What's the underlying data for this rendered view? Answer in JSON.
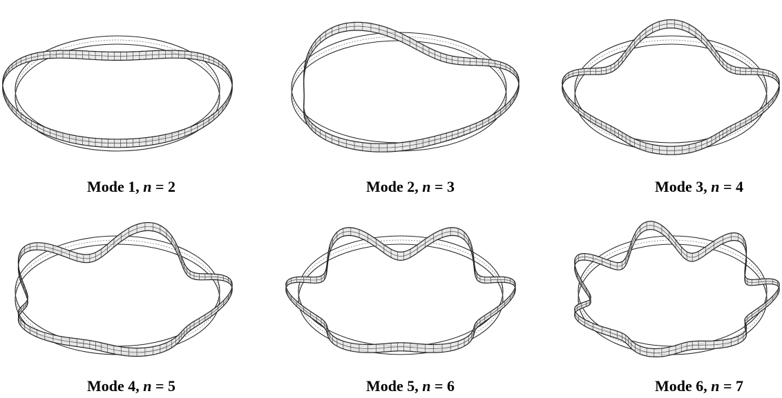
{
  "figure": {
    "background": "#ffffff",
    "ring_fill": "#e6e6e6",
    "ring_stroke": "#222222",
    "mesh_stroke": "#333333",
    "panels": [
      {
        "mode_label": "Mode 1, ",
        "var": "n",
        "eq": " = ",
        "n": "2",
        "waves": 2
      },
      {
        "mode_label": "Mode 2, ",
        "var": "n",
        "eq": " = ",
        "n": "3",
        "waves": 3
      },
      {
        "mode_label": "Mode 3, ",
        "var": "n",
        "eq": " = ",
        "n": "4",
        "waves": 4
      },
      {
        "mode_label": "Mode 4, ",
        "var": "n",
        "eq": " = ",
        "n": "5",
        "waves": 5
      },
      {
        "mode_label": "Mode 5, ",
        "var": "n",
        "eq": " = ",
        "n": "6",
        "waves": 6
      },
      {
        "mode_label": "Mode 6, ",
        "var": "n",
        "eq": " = ",
        "n": "7",
        "waves": 7
      }
    ]
  }
}
